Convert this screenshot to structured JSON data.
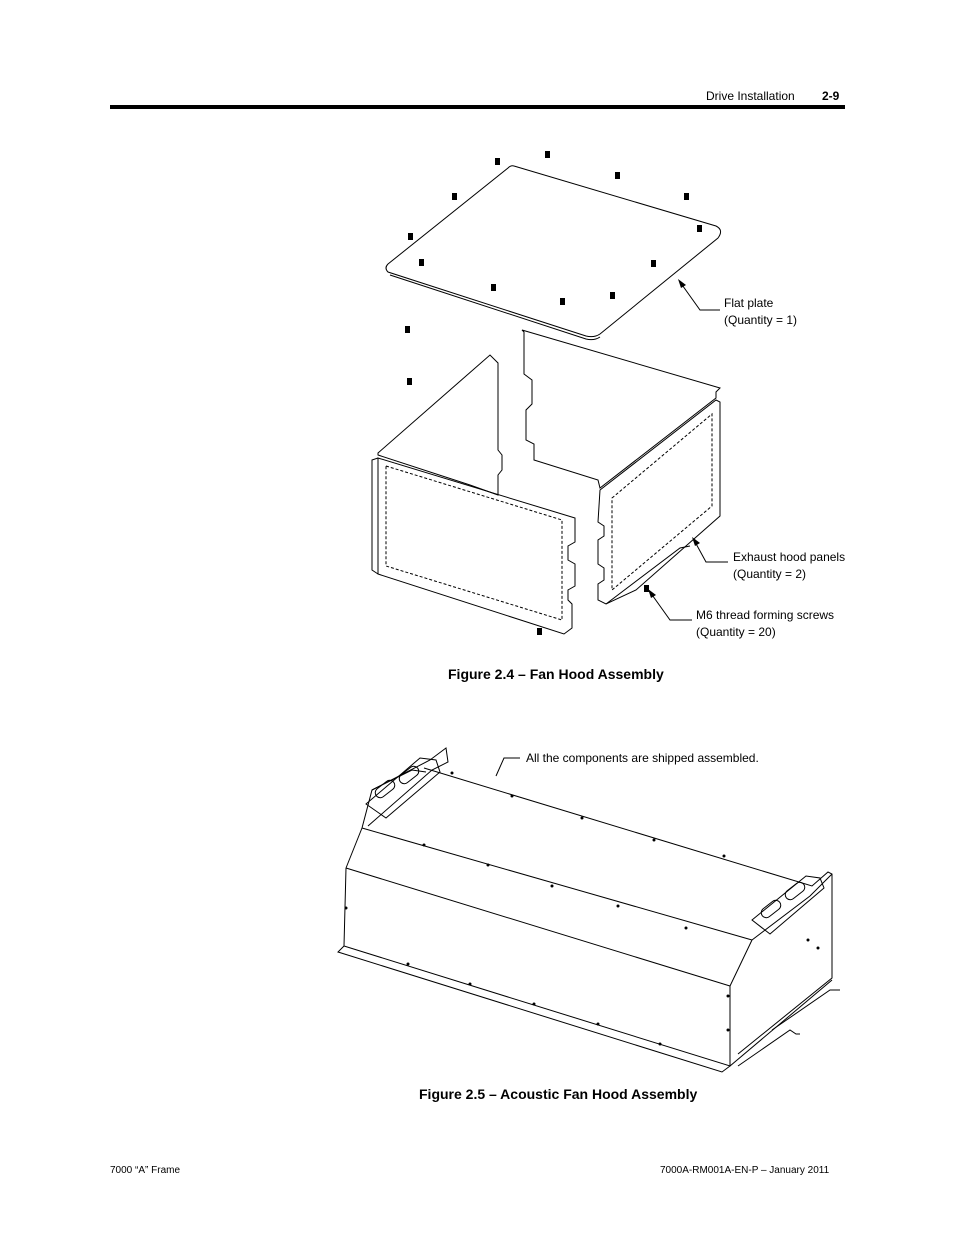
{
  "header": {
    "section": "Drive Installation",
    "page": "2-9"
  },
  "figure1": {
    "callouts": {
      "flat_plate": {
        "line1": "Flat plate",
        "line2": "(Quantity = 1)"
      },
      "exhaust_panels": {
        "line1": "Exhaust hood panels",
        "line2": "(Quantity = 2)"
      },
      "screws": {
        "line1": "M6 thread forming screws",
        "line2": "(Quantity = 20)"
      }
    },
    "caption": "Figure 2.4 – Fan Hood Assembly"
  },
  "figure2": {
    "callout": "All the components are shipped assembled.",
    "caption": "Figure 2.5 – Acoustic Fan Hood Assembly"
  },
  "footer": {
    "left": "7000 “A” Frame",
    "right": "7000A-RM001A-EN-P –  January 2011"
  }
}
